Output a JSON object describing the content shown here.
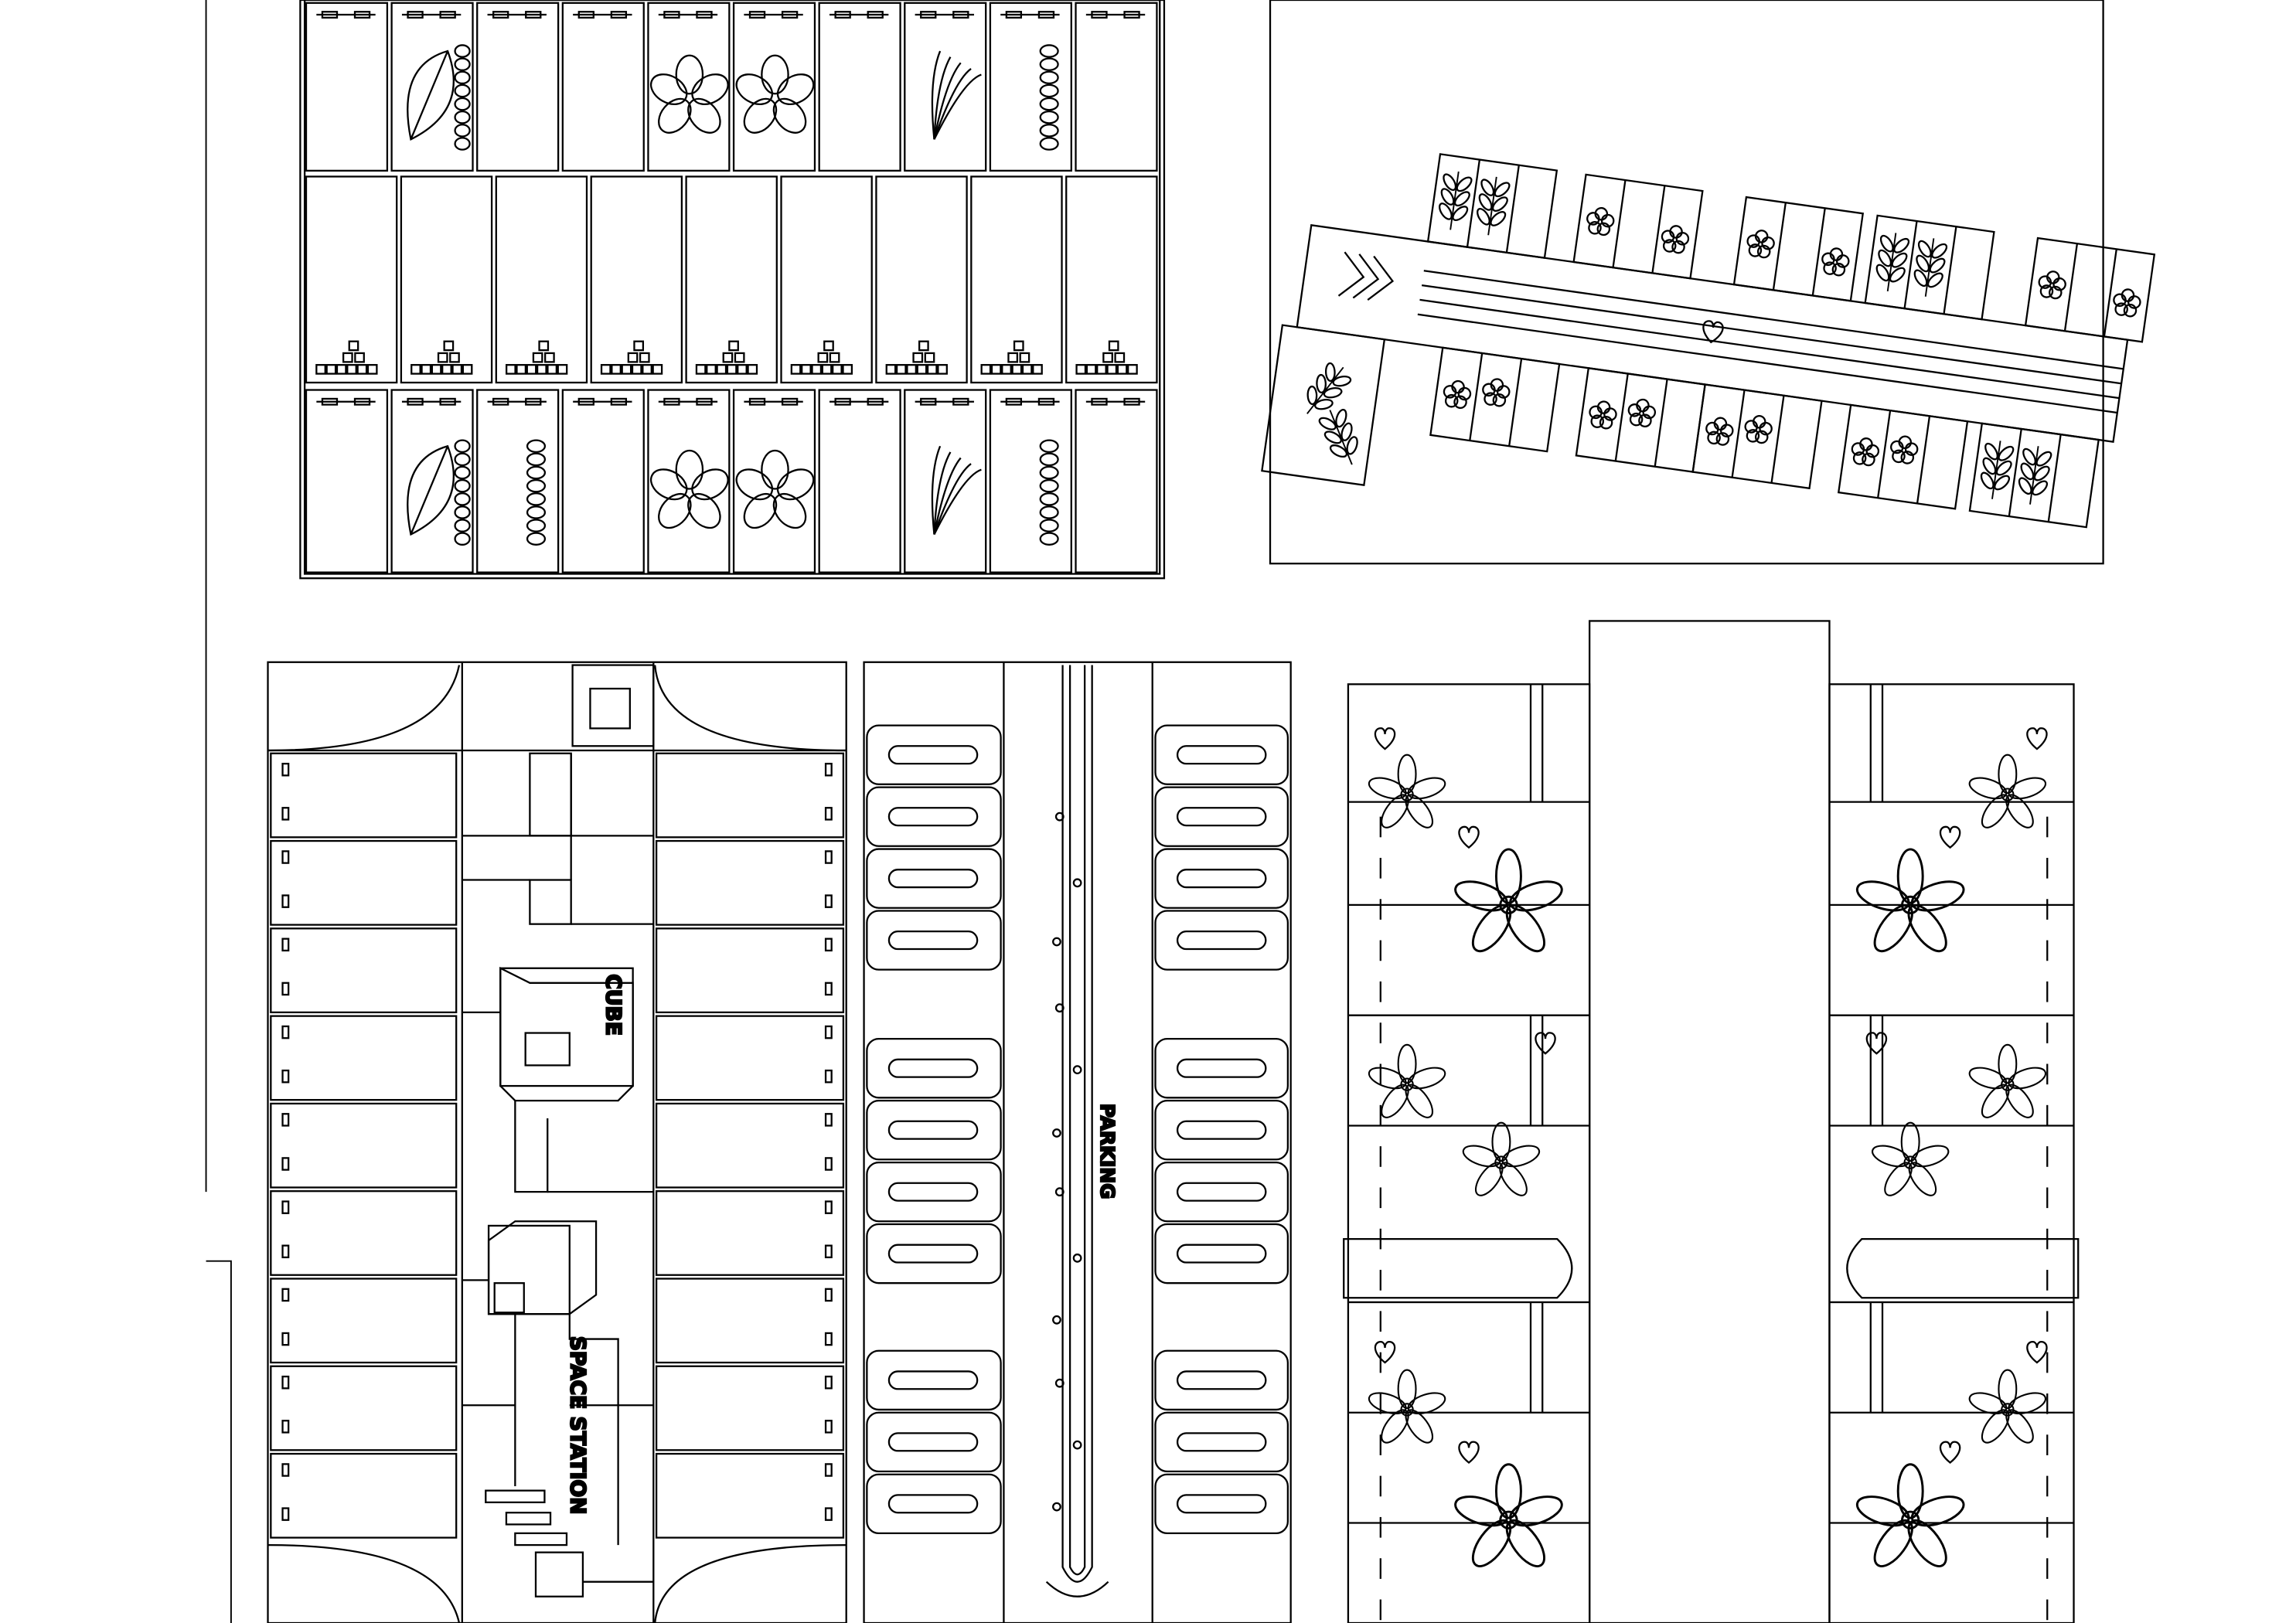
{
  "drawing": {
    "background": "#ffffff",
    "line_color": "#000000"
  },
  "panels": [
    {
      "id": "parking-grid-plan",
      "rows": 3,
      "stall_row_patterns": [
        [
          "plain",
          "monstera-leaf",
          "plain",
          "plain",
          "lotus",
          "lotus",
          "plain",
          "fern-leaf",
          "zigzag",
          "plain"
        ],
        [
          "pixel-blocks",
          "pixel-blocks",
          "pixel-blocks",
          "pixel-blocks",
          "pixel-blocks",
          "pixel-blocks",
          "pixel-blocks",
          "pixel-blocks",
          "pixel-blocks"
        ],
        [
          "plain",
          "monstera-leaf",
          "zigzag",
          "plain",
          "lotus",
          "lotus",
          "plain",
          "fern-leaf",
          "zigzag",
          "plain"
        ]
      ]
    },
    {
      "id": "angled-street-plan",
      "elements": [
        "chevron-arrows",
        "lane-lines",
        "center-heart",
        "floral-stalls",
        "leaf-stalls"
      ]
    },
    {
      "id": "space-station-lot",
      "labels": {
        "cube": "CUBE",
        "space_station": "SPACE STATION"
      }
    },
    {
      "id": "parking-lane-lot",
      "labels": {
        "parking": "PARKING"
      }
    },
    {
      "id": "flower-lot",
      "elements": [
        "flowers",
        "hearts",
        "dashed-lines",
        "divider-bars"
      ]
    }
  ]
}
